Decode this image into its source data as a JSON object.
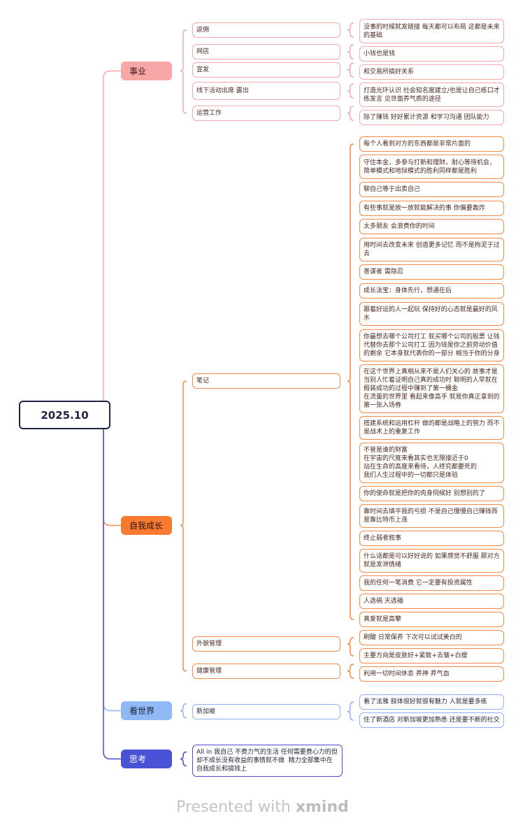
{
  "root": "2025.10",
  "colors": {
    "pink": "#f9a6a6",
    "orange": "#f97a30",
    "blue": "#8fb8f5",
    "indigo": "#4a52d6",
    "root": "#1e2447"
  },
  "branches": [
    {
      "label": "事业",
      "children": [
        {
          "label": "返佣",
          "notes": [
            "没事的时候就发链接 每天都可以布局 这都是未来的基础"
          ]
        },
        {
          "label": "网店",
          "notes": [
            "小钱也是钱"
          ]
        },
        {
          "label": "宣发",
          "notes": [
            "和交易所搞好关系"
          ]
        },
        {
          "label": "线下活动出席 露出",
          "notes": [
            "打造光环认识 社会知名度建立/也是让自己练口才练发言 见世面养气质的途径"
          ]
        },
        {
          "label": "运营工作",
          "notes": [
            "除了赚钱 好好累计资源 和学习沟通 团队能力"
          ]
        }
      ]
    },
    {
      "label": "自我成长",
      "children": [
        {
          "label": "笔记",
          "notes": [
            "每个人看到对方的东西都是非常片面的",
            "守住本金，多参与打新和理财，耐心等待机会，简单模式和地狱模式的胜利同样都是胜利",
            "聊自己等于出卖自己",
            "有些事就是放一放就能解决的事 你偏要轰炸",
            "太多朋友 会浪费你的时间",
            "用时间去改变未来 创造更多记忆 而不是拘泥于过去",
            "善谋者 需隐忍",
            "成长法宝：身体先行，想通在后",
            "跟着好运的人一起玩 保持好的心态就是最好的风水",
            "你最想去哪个公司打工 就买哪个公司的股票 让钱代替你去那个公司打工 因为钱是你之前劳动价值的剩余 它本身就代表你的一部分 相当于你的分身",
            "在这个世界上真相从来不是人们关心的 故事才是\n当别人忙着证明自己真的成功时 聪明的人早就在假装成功的过程中赚到了第一桶金\n在流量的世界里 看起来像高手 就是你真正拿到的第一张入场券",
            "搭建系统和运用杠杆 做的都是战略上的努力 而不是战术上的重复工作",
            "不管是谁的财富\n在宇宙的尺度来看其实也无限接近于0\n站在生命的高度来看待，人终究都要死的\n我们人生过程中的一切都只是体验",
            "你的使命就是把你的肉身伺候好 别想别的了",
            "靠时间去填平我的亏损 不是自己慢慢自己赚钱而是靠比特币上涨",
            "终止弱者叙事",
            "什么话都是可以好好说的 如果感觉不舒服 那对方就是发泄情绪",
            "我的任何一笔消费 它一定要有投资属性",
            "人选祸 天选福",
            "真爱就是高攀"
          ]
        },
        {
          "label": "外貌管理",
          "notes": [
            "刷酸 日常保养 下次可以试试美白的",
            "主要方向是皮肤好+紧致+去皱+白瘦"
          ]
        },
        {
          "label": "健康管理",
          "notes": [
            "利用一切时间休息 养神 养气血"
          ]
        }
      ]
    },
    {
      "label": "看世界",
      "children": [
        {
          "label": "新加坡",
          "notes": [
            "看了泫雅 肢体很好就很有魅力 人就是要多练",
            "住了新酒店 对新加坡更加熟悉 还是要不断的社交"
          ]
        }
      ]
    },
    {
      "label": "思考",
      "children": [
        {
          "label": "All in 我自己 不费力气的生活 任何需要费心力的但却不成长没有收益的事情就不做  精力全部集中在自我成长和搞钱上",
          "notes": []
        }
      ]
    }
  ],
  "footer": {
    "prefix": "Presented with ",
    "brand": "xmind"
  }
}
